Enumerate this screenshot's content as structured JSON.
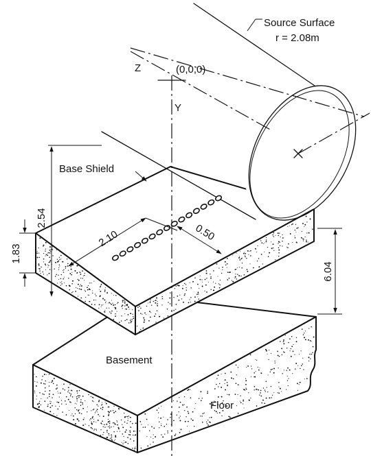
{
  "labels": {
    "source_surface_line1": "Source Surface",
    "source_surface_line2": "r = 2.08m",
    "origin": "(0,0,0)",
    "axis_z": "Z",
    "axis_y": "Y",
    "base_shield": "Base Shield",
    "basement": "Basement",
    "floor": "Floor"
  },
  "dimensions": {
    "height_2_54": "2.54",
    "thickness_1_83": "1.83",
    "length_2_10": "2.10",
    "offset_0_50": "0.50",
    "gap_6_04": "6.04"
  },
  "colors": {
    "ink": "#111111",
    "paper": "#ffffff"
  }
}
